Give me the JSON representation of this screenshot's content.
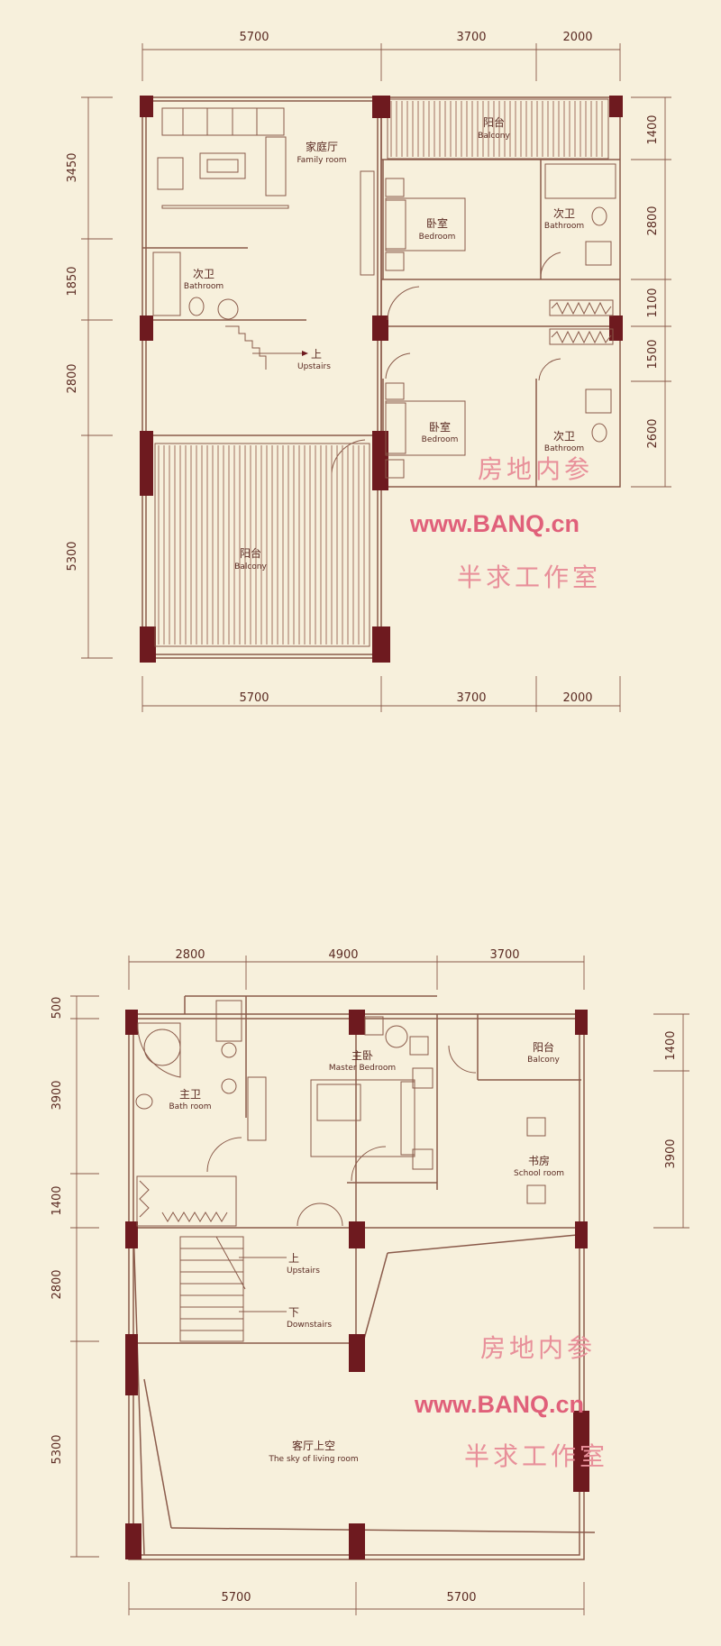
{
  "upper_plan": {
    "dims_top": [
      "5700",
      "3700",
      "2000"
    ],
    "dims_bottom": [
      "5700",
      "3700",
      "2000"
    ],
    "dims_left": [
      "3450",
      "1850",
      "2800",
      "5300"
    ],
    "dims_right": [
      "1400",
      "2800",
      "1100",
      "1500",
      "2600"
    ],
    "rooms": {
      "balcony_top": {
        "cn": "阳台",
        "en": "Balcony"
      },
      "family_room": {
        "cn": "家庭厅",
        "en": "Family room"
      },
      "bedroom_1": {
        "cn": "卧室",
        "en": "Bedroom"
      },
      "bathroom_1": {
        "cn": "次卫",
        "en": "Bathroom"
      },
      "bathroom_2": {
        "cn": "次卫",
        "en": "Bathroom"
      },
      "stairs": {
        "cn": "上",
        "en": "Upstairs"
      },
      "bedroom_2": {
        "cn": "卧室",
        "en": "Bedroom"
      },
      "bathroom_3": {
        "cn": "次卫",
        "en": "Bathroom"
      },
      "balcony_big": {
        "cn": "阳台",
        "en": "Balcony"
      }
    }
  },
  "lower_plan": {
    "dims_top": [
      "2800",
      "4900",
      "3700"
    ],
    "dims_bottom": [
      "5700",
      "5700"
    ],
    "dims_left": [
      "500",
      "3900",
      "1400",
      "2800",
      "5300"
    ],
    "dims_right": [
      "1400",
      "3900"
    ],
    "rooms": {
      "master_bedroom": {
        "cn": "主卧",
        "en": "Master Bedroom"
      },
      "balcony": {
        "cn": "阳台",
        "en": "Balcony"
      },
      "bath_room": {
        "cn": "主卫",
        "en": "Bath room"
      },
      "school_room": {
        "cn": "书房",
        "en": "School room"
      },
      "upstairs": {
        "cn": "上",
        "en": "Upstairs"
      },
      "downstairs": {
        "cn": "下",
        "en": "Downstairs"
      },
      "living_sky": {
        "cn": "客厅上空",
        "en": "The sky of living room"
      }
    }
  },
  "watermarks": [
    {
      "cn": "房地内参",
      "url": "www.BANQ.cn",
      "studio": "半求工作室"
    },
    {
      "cn": "房地内参",
      "url": "www.BANQ.cn",
      "studio": "半求工作室"
    }
  ],
  "colors": {
    "background": "#f7f0dc",
    "wall": "#8a5a4a",
    "column": "#6e1a1f",
    "watermark": "#e0607a"
  }
}
